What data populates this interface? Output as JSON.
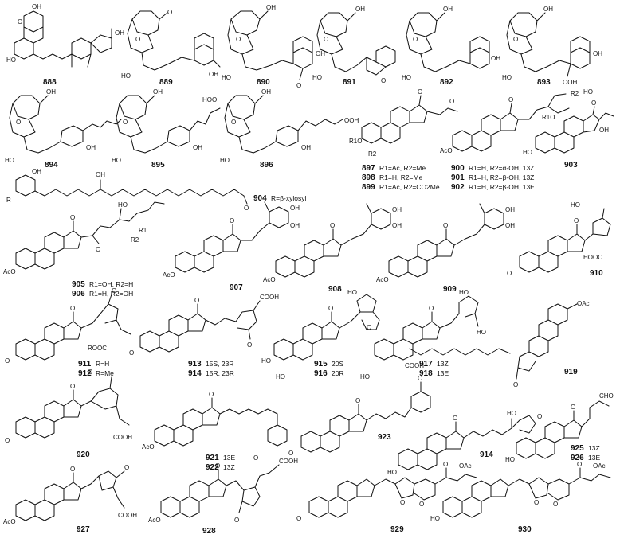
{
  "compounds": [
    {
      "id": "888",
      "note": "",
      "row": 0
    },
    {
      "id": "889",
      "note": "",
      "row": 0
    },
    {
      "id": "890",
      "note": "",
      "row": 0
    },
    {
      "id": "891",
      "note": "",
      "row": 0
    },
    {
      "id": "892",
      "note": "",
      "row": 0
    },
    {
      "id": "893",
      "note": "",
      "row": 0
    },
    {
      "id": "894",
      "note": "",
      "row": 1
    },
    {
      "id": "895",
      "note": "",
      "row": 1
    },
    {
      "id": "896",
      "note": "",
      "row": 1
    },
    {
      "id": "897",
      "note": "R1=Ac, R2=Me",
      "row": 1
    },
    {
      "id": "898",
      "note": "R1=H, R2=Me",
      "row": 1
    },
    {
      "id": "899",
      "note": "R1=Ac, R2=CO2Me",
      "row": 1
    },
    {
      "id": "900",
      "note": "R1=H, R2=α-OH, 13Z",
      "row": 1
    },
    {
      "id": "901",
      "note": "R1=H, R2=β-OH, 13Z",
      "row": 1
    },
    {
      "id": "902",
      "note": "R1=H, R2=β-OH, 13E",
      "row": 1
    },
    {
      "id": "903",
      "note": "",
      "row": 1
    },
    {
      "id": "904",
      "note": "R=β-xylosyl",
      "row": 1
    },
    {
      "id": "905",
      "note": "R1=OH, R2=H",
      "row": 2
    },
    {
      "id": "906",
      "note": "R1=H, R2=OH",
      "row": 2
    },
    {
      "id": "907",
      "note": "",
      "row": 2
    },
    {
      "id": "908",
      "note": "",
      "row": 2
    },
    {
      "id": "909",
      "note": "",
      "row": 2
    },
    {
      "id": "910",
      "note": "",
      "row": 2
    },
    {
      "id": "911",
      "note": "R=H",
      "row": 3
    },
    {
      "id": "912",
      "note": "R=Me",
      "row": 3
    },
    {
      "id": "913",
      "note": "15S, 23R",
      "row": 3
    },
    {
      "id": "914",
      "note": "15R, 23R",
      "row": 3
    },
    {
      "id": "915",
      "note": "20S",
      "row": 3
    },
    {
      "id": "916",
      "note": "20R",
      "row": 3
    },
    {
      "id": "917",
      "note": "13Z",
      "row": 3
    },
    {
      "id": "918",
      "note": "13E",
      "row": 3
    },
    {
      "id": "919",
      "note": "",
      "row": 3
    },
    {
      "id": "920",
      "note": "",
      "row": 4
    },
    {
      "id": "921",
      "note": "13E",
      "row": 4
    },
    {
      "id": "922",
      "note": "13Z",
      "row": 4
    },
    {
      "id": "923",
      "note": "",
      "row": 4
    },
    {
      "id": "914",
      "note": "",
      "row": 4
    },
    {
      "id": "925",
      "note": "13Z",
      "row": 4
    },
    {
      "id": "926",
      "note": "13E",
      "row": 4
    },
    {
      "id": "927",
      "note": "",
      "row": 5
    },
    {
      "id": "928",
      "note": "",
      "row": 5
    },
    {
      "id": "929",
      "note": "",
      "row": 5
    },
    {
      "id": "930",
      "note": "",
      "row": 5
    }
  ],
  "atom_labels": {
    "OH": "OH",
    "HO": "HO",
    "O": "O",
    "H": "H",
    "OAc": "OAc",
    "AcO": "AcO",
    "OOH": "OOH",
    "HOO": "HOO",
    "COOH": "COOH",
    "HOOC": "HOOC",
    "ROOC": "ROOC",
    "CHO": "CHO",
    "R1O": "R1O",
    "R2": "R2",
    "R1": "R1",
    "R": "R"
  },
  "colors": {
    "ink": "#111111",
    "paper": "#ffffff"
  }
}
